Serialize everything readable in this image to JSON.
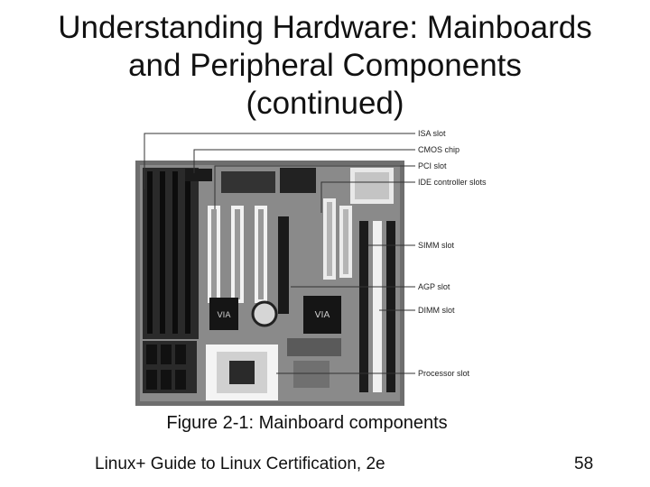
{
  "slide": {
    "title_lines": [
      "Understanding Hardware: Mainboards",
      "and Peripheral Components",
      "(continued)"
    ],
    "caption": "Figure 2-1: Mainboard components",
    "footer": "Linux+ Guide to Linux Certification, 2e",
    "page_number": "58"
  },
  "figure": {
    "component_labels": [
      "ISA slot",
      "CMOS chip",
      "PCI slot",
      "IDE controller slots",
      "SIMM slot",
      "AGP slot",
      "DIMM slot",
      "Processor slot"
    ]
  }
}
